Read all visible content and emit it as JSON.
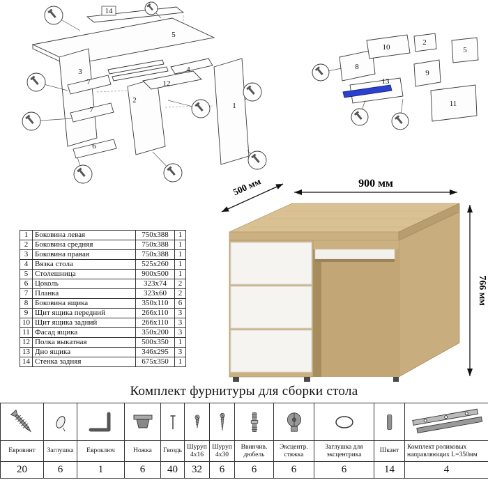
{
  "left_diagram": {
    "labels": {
      "l14": "14",
      "l5": "5",
      "l3": "3",
      "l7a": "7",
      "l7b": "7",
      "l6": "6",
      "l2": "2",
      "l12": "12",
      "l4": "4",
      "l1": "1"
    }
  },
  "right_diagram": {
    "labels": {
      "l10": "10",
      "l2": "2",
      "l5": "5",
      "l8": "8",
      "l9": "9",
      "l13": "13",
      "l11": "11"
    }
  },
  "desk": {
    "width_label": "900 мм",
    "depth_label": "500 мм",
    "height_label": "766 мм"
  },
  "parts_table": {
    "rows": [
      {
        "num": "1",
        "name": "Боковина левая",
        "size": "750х388",
        "qty": "1"
      },
      {
        "num": "2",
        "name": "Боковина средняя",
        "size": "750х388",
        "qty": "1"
      },
      {
        "num": "3",
        "name": "Боковина правая",
        "size": "750х388",
        "qty": "1"
      },
      {
        "num": "4",
        "name": "Вязка стола",
        "size": "525х260",
        "qty": "1"
      },
      {
        "num": "5",
        "name": "Столешница",
        "size": "900х500",
        "qty": "1"
      },
      {
        "num": "6",
        "name": "Цоколь",
        "size": "323х74",
        "qty": "2"
      },
      {
        "num": "7",
        "name": "Планка",
        "size": "323х60",
        "qty": "2"
      },
      {
        "num": "8",
        "name": "Боковина ящика",
        "size": "350х110",
        "qty": "6"
      },
      {
        "num": "9",
        "name": "Щит ящика передний",
        "size": "266х110",
        "qty": "3"
      },
      {
        "num": "10",
        "name": "Щит ящика задний",
        "size": "266х110",
        "qty": "3"
      },
      {
        "num": "11",
        "name": "Фасад ящика",
        "size": "350х200",
        "qty": "3"
      },
      {
        "num": "12",
        "name": "Полка выкатная",
        "size": "500х350",
        "qty": "1"
      },
      {
        "num": "13",
        "name": "Дно ящика",
        "size": "346х295",
        "qty": "3"
      },
      {
        "num": "14",
        "name": "Стенка задняя",
        "size": "675х350",
        "qty": "1"
      }
    ]
  },
  "hardware": {
    "title": "Комплект фурнитуры для сборки стола",
    "items": [
      {
        "label": "Евровинт",
        "qty": "20",
        "icon": "euroscrew-icon"
      },
      {
        "label": "Заглушка",
        "qty": "6",
        "icon": "cap-icon"
      },
      {
        "label": "Евроключ",
        "qty": "1",
        "icon": "hex-key-icon"
      },
      {
        "label": "Ножка",
        "qty": "6",
        "icon": "foot-icon"
      },
      {
        "label": "Гвоздь",
        "qty": "40",
        "icon": "nail-icon"
      },
      {
        "label": "Шуруп 4х16",
        "qty": "32",
        "icon": "screw-4x16-icon"
      },
      {
        "label": "Шуруп 4х30",
        "qty": "6",
        "icon": "screw-4x30-icon"
      },
      {
        "label": "Ввинчив. дюбель",
        "qty": "6",
        "icon": "screw-dowel-icon"
      },
      {
        "label": "Эксцентр. стяжка",
        "qty": "6",
        "icon": "cam-lock-icon"
      },
      {
        "label": "Заглушка для эксцентрика",
        "qty": "6",
        "icon": "cam-cap-icon"
      },
      {
        "label": "Шкант",
        "qty": "14",
        "icon": "dowel-icon"
      },
      {
        "label": "Комплект роликовых направляющих L=350мм",
        "qty": "4",
        "icon": "drawer-slides-icon"
      }
    ]
  }
}
